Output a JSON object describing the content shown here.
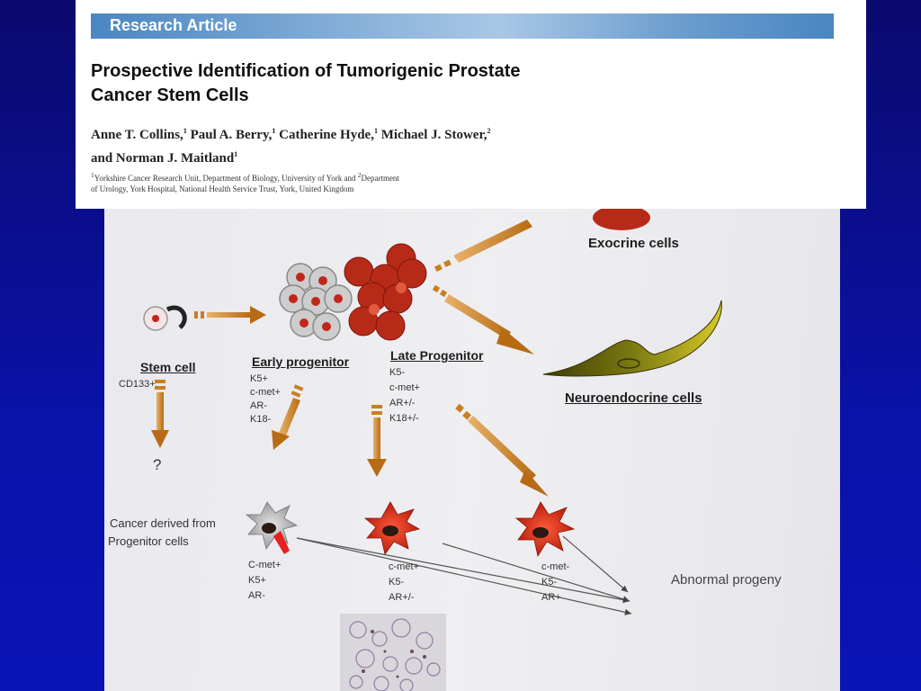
{
  "article": {
    "banner": "Research Article",
    "title_line1": "Prospective Identification of Tumorigenic Prostate",
    "title_line2": "Cancer Stem Cells",
    "authors_line1_parts": [
      "Anne T. Collins,",
      "Paul A. Berry,",
      "Catherine Hyde,",
      "Michael J. Stower,"
    ],
    "authors_line1_sups": [
      "1",
      "1",
      "1",
      "2"
    ],
    "authors_line2": "and Norman J. Maitland",
    "authors_line2_sup": "1",
    "affil_sup1": "1",
    "affil_line1": "Yorkshire Cancer Research Unit, Department of Biology, University of York and ",
    "affil_sup2": "2",
    "affil_line1_end": "Department",
    "affil_line2": "of Urology, York Hospital, National Health Service Trust, York, United Kingdom"
  },
  "diagram": {
    "stem_cell": {
      "title": "Stem cell",
      "markers": [
        "CD133+"
      ],
      "outcome": "?"
    },
    "early_progenitor": {
      "title": "Early progenitor",
      "markers": [
        "K5+",
        "c-met+",
        "AR-",
        "K18-"
      ]
    },
    "late_progenitor": {
      "title": "Late Progenitor",
      "markers": [
        "K5-",
        "c-met+",
        "AR+/-",
        "K18+/-"
      ]
    },
    "exocrine": "Exocrine cells",
    "neuroendocrine": "Neuroendocrine cells",
    "cancer_label": [
      "Cancer derived from",
      "Progenitor cells"
    ],
    "tumor1_markers": [
      "C-met+",
      "K5+",
      "AR-"
    ],
    "tumor2_markers": [
      "c-met+",
      "K5-",
      "AR+/-"
    ],
    "tumor3_markers": [
      "c-met-",
      "K5-",
      "AR+"
    ],
    "abnormal": "Abnormal progeny"
  },
  "colors": {
    "banner": "#4a86c2",
    "arrow": "#c8801e",
    "cell_red": "#b82a18",
    "cell_grey": "#c9c9c9",
    "background": "#0a12a8"
  }
}
